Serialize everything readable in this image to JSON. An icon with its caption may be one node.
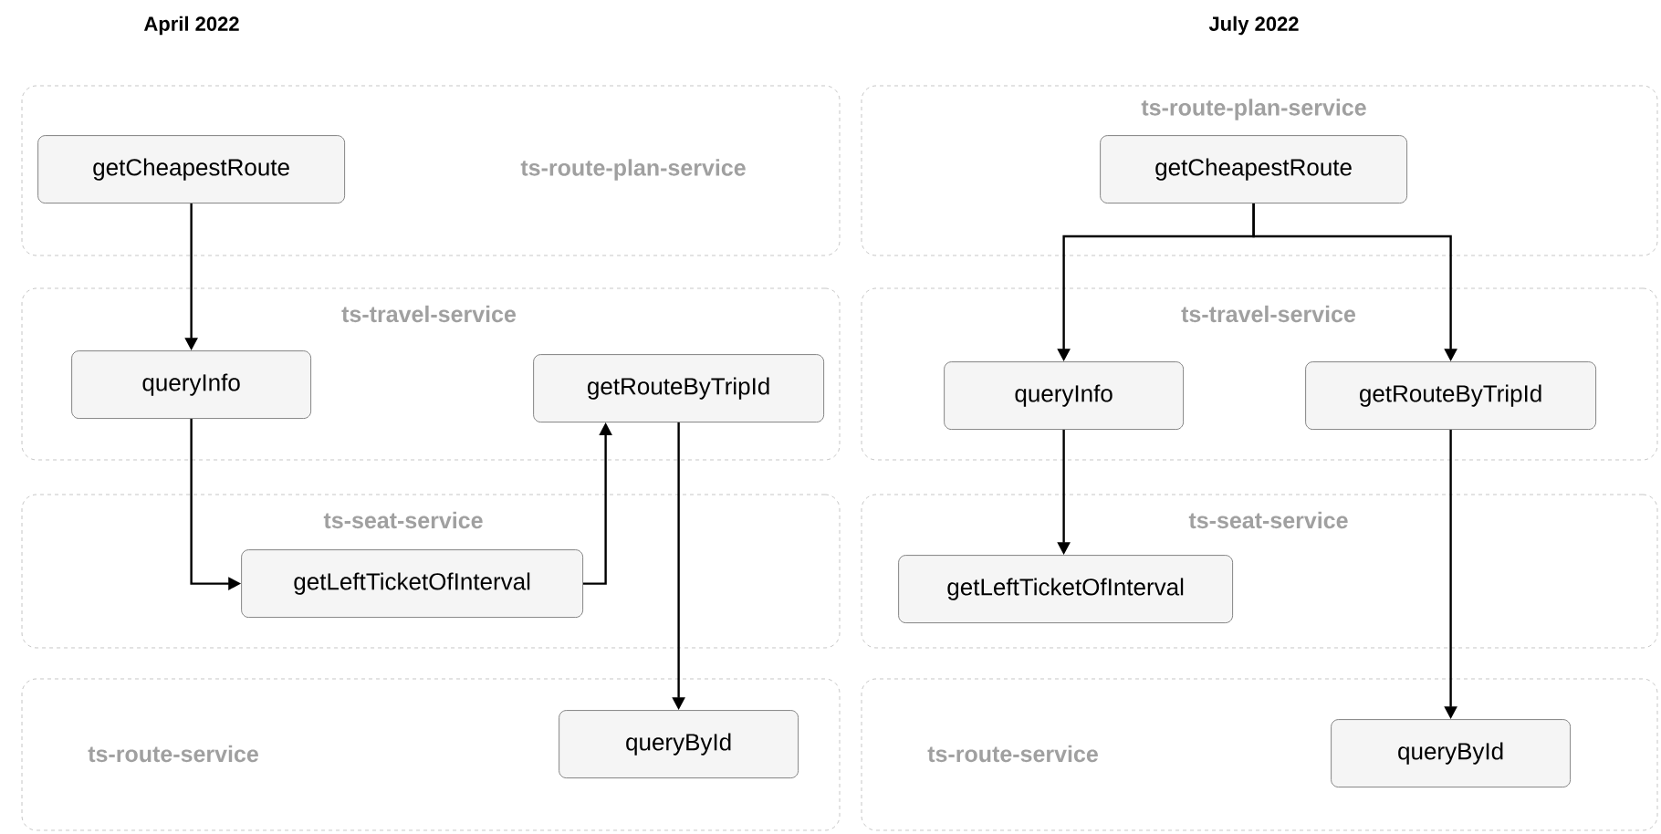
{
  "diagram": {
    "nodes": [
      {
        "text": [
          "ts-route-plan-service"
        ]
      },
      {
        "text": [
          "getCheapestRoute"
        ],
        "in": 0
      },
      {
        "text": [
          "ts-travel-service"
        ]
      },
      {
        "text": [
          "queryInfo"
        ],
        "in": 2
      },
      {
        "text": [
          "getRouteByTripId"
        ],
        "in": 2
      },
      {
        "text": [
          "ts-seat-service"
        ]
      },
      {
        "text": [
          "getLeftTicketOfInterval"
        ],
        "in": 5
      },
      {
        "text": [
          "ts-route-service"
        ]
      },
      {
        "text": [
          "queryById"
        ],
        "in": 7
      },
      {
        "text": [
          "ts-route-plan-service"
        ]
      },
      {
        "text": [
          "getCheapestRoute"
        ],
        "in": 9
      },
      {
        "text": [
          "ts-travel-service"
        ]
      },
      {
        "text": [
          "queryInfo"
        ],
        "in": 11
      },
      {
        "text": [
          "getRouteByTripId"
        ],
        "in": 11
      },
      {
        "text": [
          "ts-seat-service"
        ]
      },
      {
        "text": [
          "getLeftTicketOfInterval"
        ],
        "in": 14
      },
      {
        "text": [
          "ts-route-service"
        ]
      },
      {
        "text": [
          "queryById"
        ],
        "in": 16
      }
    ],
    "edges": [
      {
        "from": 1,
        "to": 3,
        "arrow": "to"
      },
      {
        "from": 3,
        "to": 6,
        "arrow": "to"
      },
      {
        "from": 6,
        "to": 4,
        "arrow": "to"
      },
      {
        "from": 4,
        "to": 8,
        "arrow": "to"
      },
      {
        "from": 10,
        "to": 12,
        "arrow": "to"
      },
      {
        "from": 10,
        "to": 13,
        "arrow": "to"
      },
      {
        "from": 12,
        "to": 15,
        "arrow": "to"
      },
      {
        "from": 13,
        "to": 17,
        "arrow": "to"
      }
    ],
    "labels": [
      "April 2022",
      "July 2022"
    ]
  }
}
